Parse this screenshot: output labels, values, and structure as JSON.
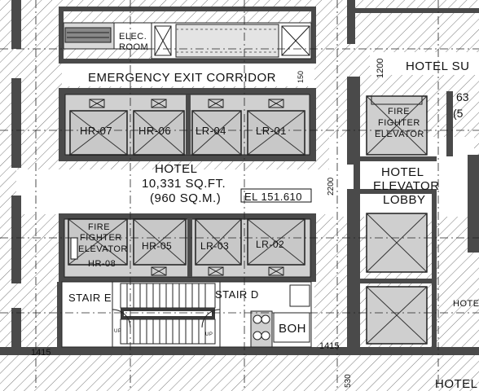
{
  "labels": {
    "elec_room_1": "ELEC.",
    "elec_room_2": "ROOM",
    "corridor": "EMERGENCY EXIT CORRIDOR",
    "corridor_dim": "150",
    "hotel_sup": "HOTEL SU",
    "right_dim_top_1": "63",
    "right_dim_top_2": "(5",
    "dim_1200": "1200",
    "hotel_name": "HOTEL",
    "hotel_area_sqft": "10,331 SQ.FT.",
    "hotel_area_sqm": "(960 SQ.M.)",
    "elevation": "EL 151.610",
    "lobby_1": "HOTEL",
    "lobby_2": "ELEVATOR",
    "lobby_3": "LOBBY",
    "lobby_dim": "2200",
    "ff_top_1": "FIRE",
    "ff_top_2": "FIGHTER",
    "ff_top_3": "ELEVATOR",
    "ff_left_1": "FIRE",
    "ff_left_2": "FIGHTER",
    "ff_left_3": "ELEVATOR",
    "hr07": "HR-07",
    "hr06": "HR-06",
    "lr04": "LR-04",
    "lr01": "LR-01",
    "hr08": "HR-08",
    "hr05": "HR-05",
    "lr03": "LR-03",
    "lr02": "LR-02",
    "stair_e": "STAIR E",
    "stair_d": "STAIR D",
    "boh": "BOH",
    "dim_1415_left": "1415",
    "dim_1415_right": "1415",
    "dim_530": "530",
    "hotel_right_mid": "HOTE",
    "hotel_right_bottom": "HOTEL",
    "up_1": "UP",
    "up_2": "UP"
  }
}
